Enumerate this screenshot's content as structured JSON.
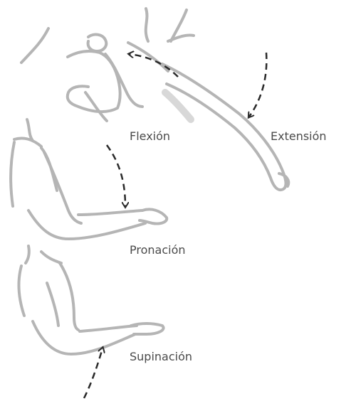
{
  "labels": {
    "flexion": "Flexión",
    "extension": "Extensión",
    "pronacion": "Pronación",
    "supinacion": "Supinación"
  },
  "colors": {
    "outline": "#b5b5b5",
    "arrow": "#2a2a2a",
    "text": "#4a4a4a"
  }
}
